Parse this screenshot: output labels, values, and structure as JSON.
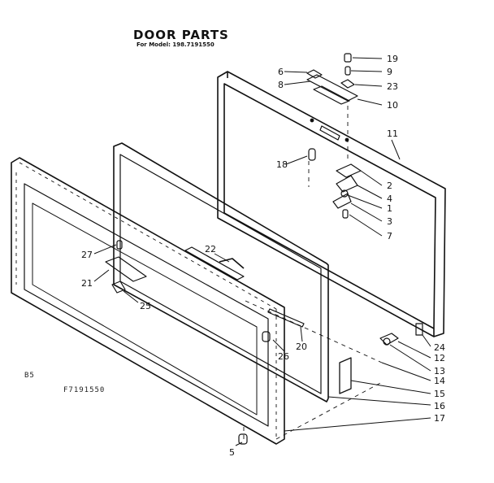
{
  "title": "DOOR PARTS",
  "subtitle": "For Model: 198.7191550",
  "page_code": "B5",
  "figure_code": "F7191550",
  "callouts": [
    "19",
    "9",
    "23",
    "10",
    "6",
    "8",
    "11",
    "18",
    "2",
    "4",
    "1",
    "3",
    "7",
    "22",
    "27",
    "21",
    "25",
    "20",
    "26",
    "24",
    "12",
    "13",
    "14",
    "15",
    "16",
    "17",
    "5"
  ]
}
